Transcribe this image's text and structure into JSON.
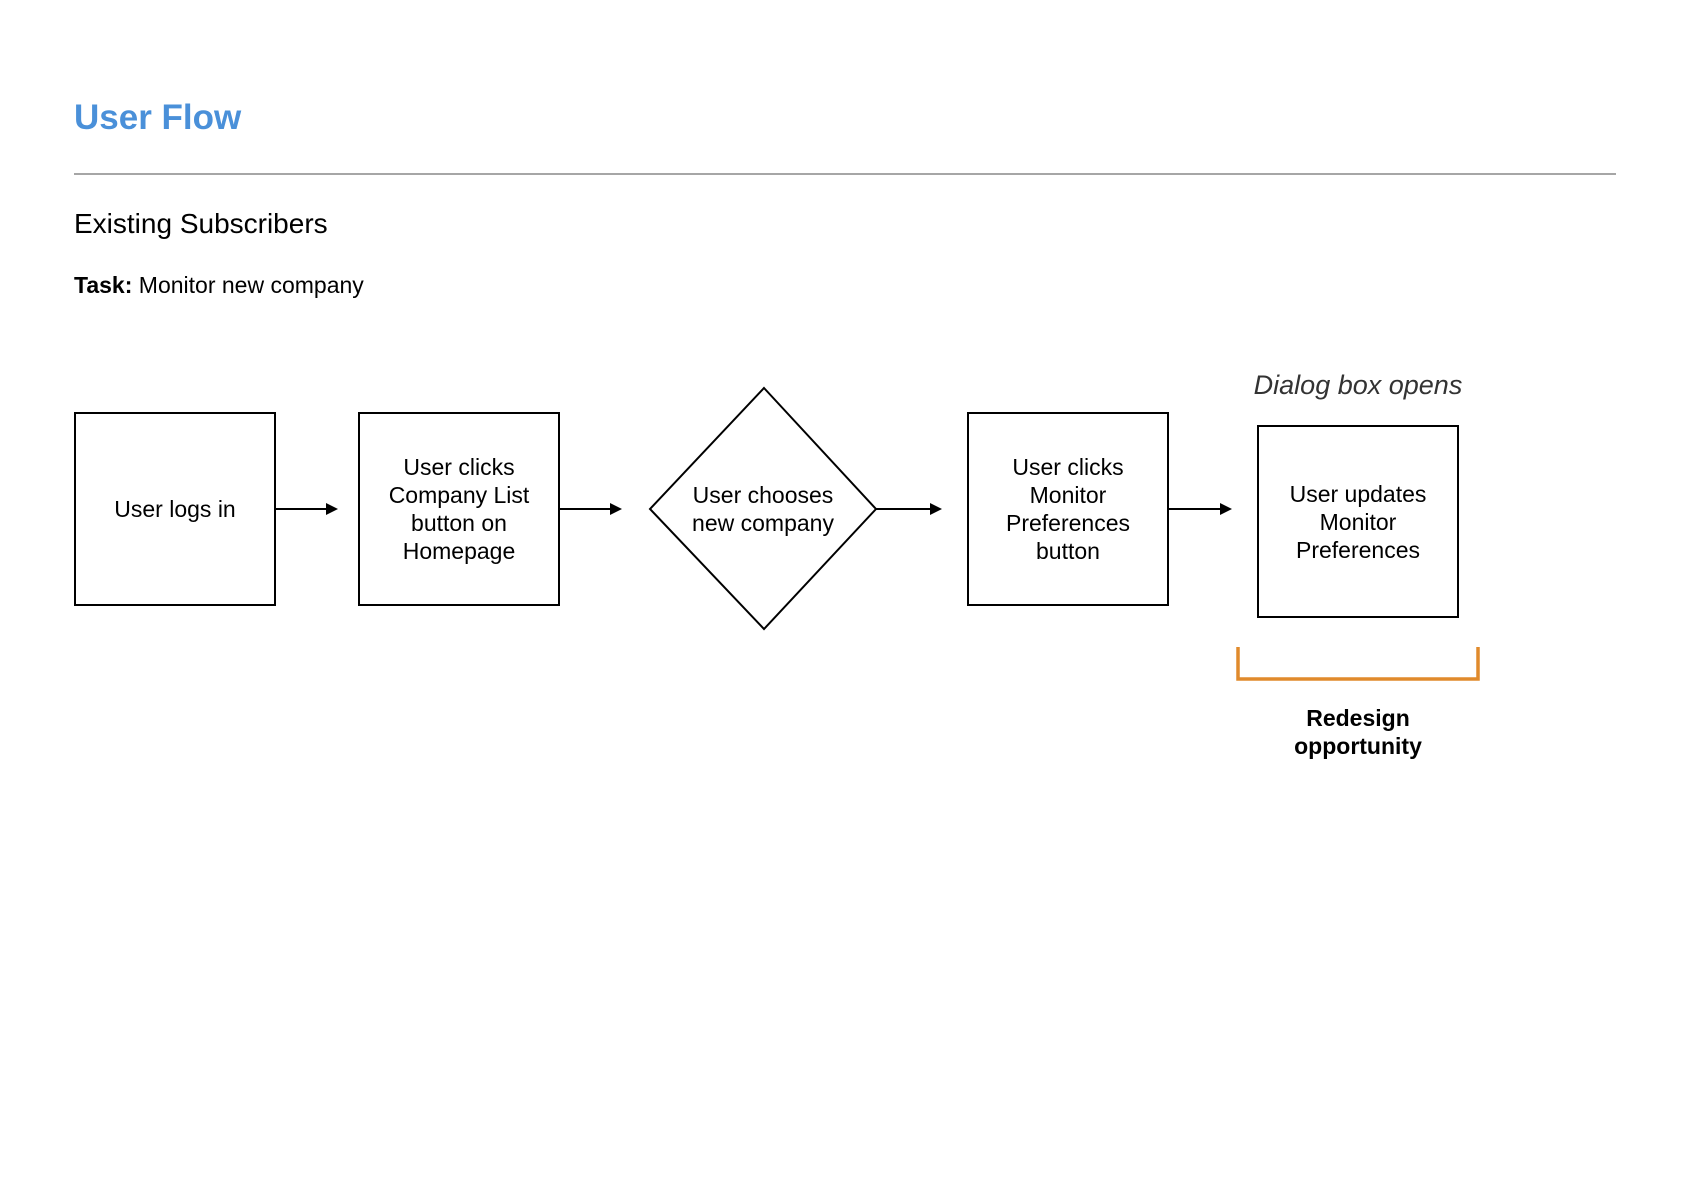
{
  "header": {
    "title": "User Flow",
    "title_color": "#4a90d9"
  },
  "section": {
    "title": "Existing Subscribers"
  },
  "task": {
    "label": "Task:",
    "value": "Monitor new company"
  },
  "flow": {
    "nodes": [
      {
        "id": "login",
        "shape": "rectangle",
        "label": "User logs in"
      },
      {
        "id": "company-list",
        "shape": "rectangle",
        "label": "User clicks\nCompany List\nbutton on\nHomepage"
      },
      {
        "id": "choose-company",
        "shape": "diamond",
        "label": "User chooses\nnew company"
      },
      {
        "id": "monitor-prefs-button",
        "shape": "rectangle",
        "label": "User clicks\nMonitor\nPreferences\nbutton"
      },
      {
        "id": "update-prefs",
        "shape": "rectangle",
        "label": "User updates\nMonitor\nPreferences"
      }
    ],
    "edges": [
      {
        "from": "login",
        "to": "company-list"
      },
      {
        "from": "company-list",
        "to": "choose-company"
      },
      {
        "from": "choose-company",
        "to": "monitor-prefs-button"
      },
      {
        "from": "monitor-prefs-button",
        "to": "update-prefs"
      }
    ],
    "annotation_top": "Dialog box opens",
    "annotation_bottom": "Redesign\nopportunity",
    "bracket_color": "#e08a2c"
  }
}
